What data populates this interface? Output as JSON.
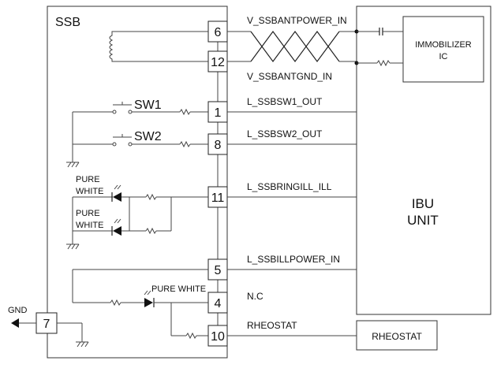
{
  "ssb_label": "SSB",
  "ibu_label_line1": "IBU",
  "ibu_label_line2": "UNIT",
  "immobilizer_line1": "IMMOBILIZER",
  "immobilizer_line2": "IC",
  "rheostat_box": "RHEOSTAT",
  "gnd_label": "GND",
  "gnd_pin": "7",
  "switches": {
    "sw1": "SW1",
    "sw2": "SW2"
  },
  "leds": {
    "led1_line1": "PURE",
    "led1_line2": "WHITE",
    "led2_line1": "PURE",
    "led2_line2": "WHITE",
    "led3": "PURE WHITE"
  },
  "pins": [
    {
      "number": "6",
      "signal": "V_SSBANTPOWER_IN"
    },
    {
      "number": "12",
      "signal": "V_SSBANTGND_IN"
    },
    {
      "number": "1",
      "signal": "L_SSBSW1_OUT"
    },
    {
      "number": "8",
      "signal": "L_SSBSW2_OUT"
    },
    {
      "number": "11",
      "signal": "L_SSBRINGILL_ILL"
    },
    {
      "number": "5",
      "signal": "L_SSBILLPOWER_IN"
    },
    {
      "number": "4",
      "signal": "N.C"
    },
    {
      "number": "10",
      "signal": "RHEOSTAT"
    }
  ]
}
